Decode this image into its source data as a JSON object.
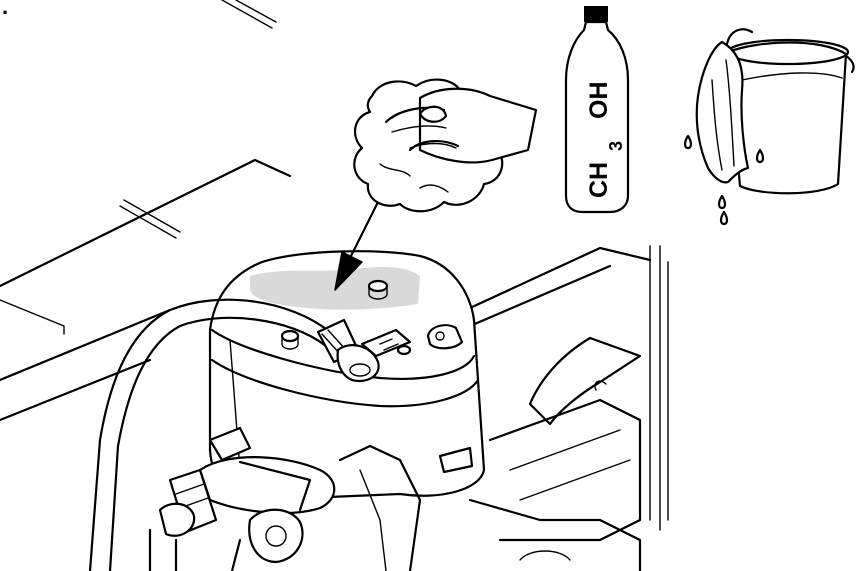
{
  "corner_mark": ".",
  "bottle": {
    "formula_ch": "CH",
    "formula_sub": "3",
    "formula_oh": "OH"
  },
  "colors": {
    "ink": "#000000",
    "cleaning_area": "#d9d9d9",
    "background": "#ffffff"
  },
  "icons": [
    "cloth-in-hand-icon",
    "methanol-bottle-icon",
    "bucket-with-cloth-icon",
    "pointer-arrow-icon"
  ]
}
